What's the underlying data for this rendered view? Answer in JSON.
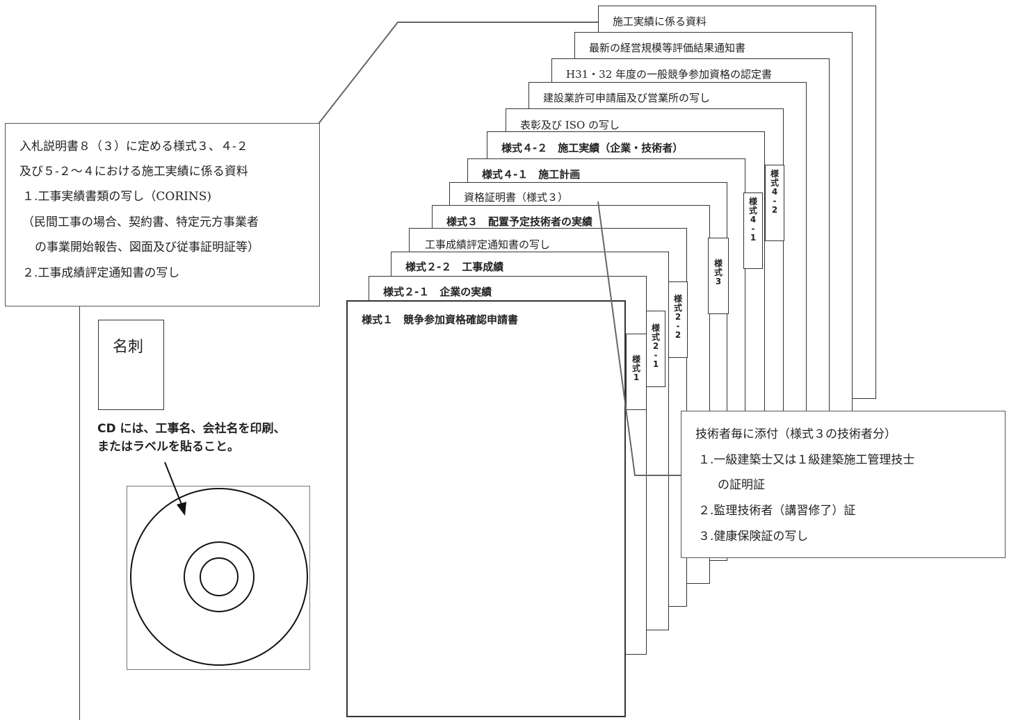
{
  "sheets": {
    "s12": "施工実績に係る資料",
    "s11": "最新の経営規模等評価結果通知書",
    "s10": "H31・32 年度の一般競争参加資格の認定書",
    "s9": "建設業許可申請届及び営業所の写し",
    "s8": "表彰及び ISO の写し",
    "s7": "様式４-２　施工実績（企業・技術者）",
    "s6": "様式４-１　施工計画",
    "s5": "資格証明書（様式３）",
    "s4": "様式３　配置予定技術者の実績",
    "s3": "工事成績評定通知書の写し",
    "s2": "様式２-２　工事成績",
    "s1": "様式２-１　企業の実績",
    "s0": "様式１　競争参加資格確認申請書"
  },
  "tabs": {
    "t42": [
      "様",
      "式",
      "4",
      "-",
      "2"
    ],
    "t41": [
      "様",
      "式",
      "4",
      "-",
      "1"
    ],
    "t3": [
      "様",
      "式",
      "3"
    ],
    "t22": [
      "様",
      "式",
      "2",
      "-",
      "2"
    ],
    "t21": [
      "様",
      "式",
      "2",
      "-",
      "1"
    ],
    "t1": [
      "様",
      "式",
      "1"
    ]
  },
  "meishi": "名刺",
  "cd_note": {
    "line1": "CD には、工事名、会社名を印刷、",
    "line2": "またはラベルを貼ること。"
  },
  "callout_left": {
    "line1": "入札説明書８（３）に定める様式３、４-２",
    "line2": "及び５-２～４における施工実績に係る資料",
    "line3": "１.工事実績書類の写し（CORINS)",
    "line4": "（民間工事の場合、契約書、特定元方事業者",
    "line5": "の事業開始報告、図面及び従事証明証等）",
    "line6": "２.工事成績評定通知書の写し"
  },
  "callout_right": {
    "line1": "技術者毎に添付（様式３の技術者分）",
    "line2": "１.一級建築士又は１級建築施工管理技士",
    "line3": "の証明証",
    "line4": "２.監理技術者（講習修了）証",
    "line5": "３.健康保険証の写し"
  }
}
